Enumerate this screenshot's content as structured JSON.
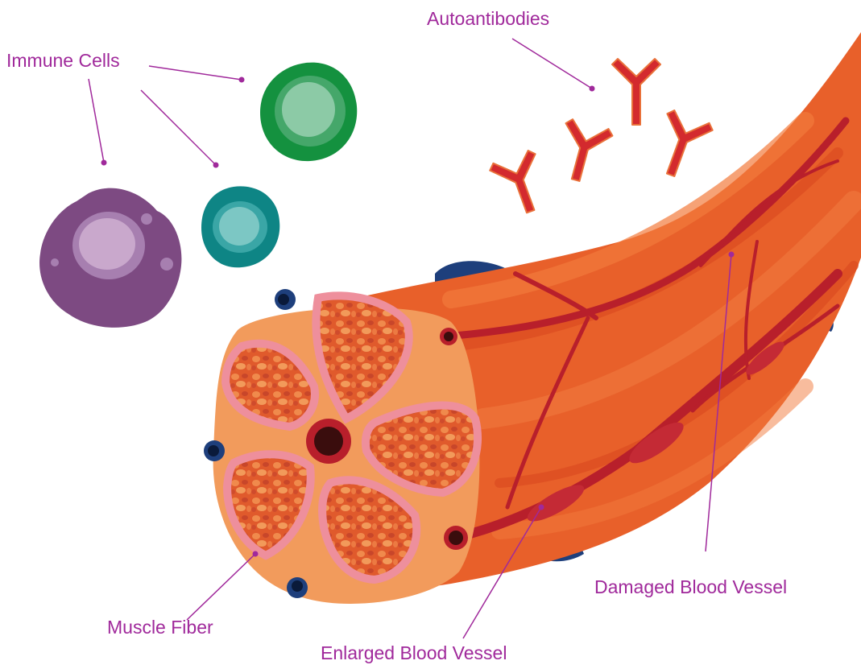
{
  "labels": {
    "immune_cells": "Immune Cells",
    "autoantibodies": "Autoantibodies",
    "muscle_fiber": "Muscle Fiber",
    "damaged_vessel": "Damaged Blood Vessel",
    "enlarged_vessel": "Enlarged Blood Vessel"
  },
  "colors": {
    "label_text": "#a0299b",
    "leader_line": "#a0299b",
    "muscle_orange": "#e8602a",
    "muscle_light": "#f09a5c",
    "fascicle_pink": "#ee8f9c",
    "vessel_red": "#c0222c",
    "antibody_red": "#d32a2e",
    "cell_green": "#14913f",
    "cell_teal": "#0e8585",
    "cell_purple": "#7d4a82",
    "sheath_blue": "#1e3f7c"
  }
}
